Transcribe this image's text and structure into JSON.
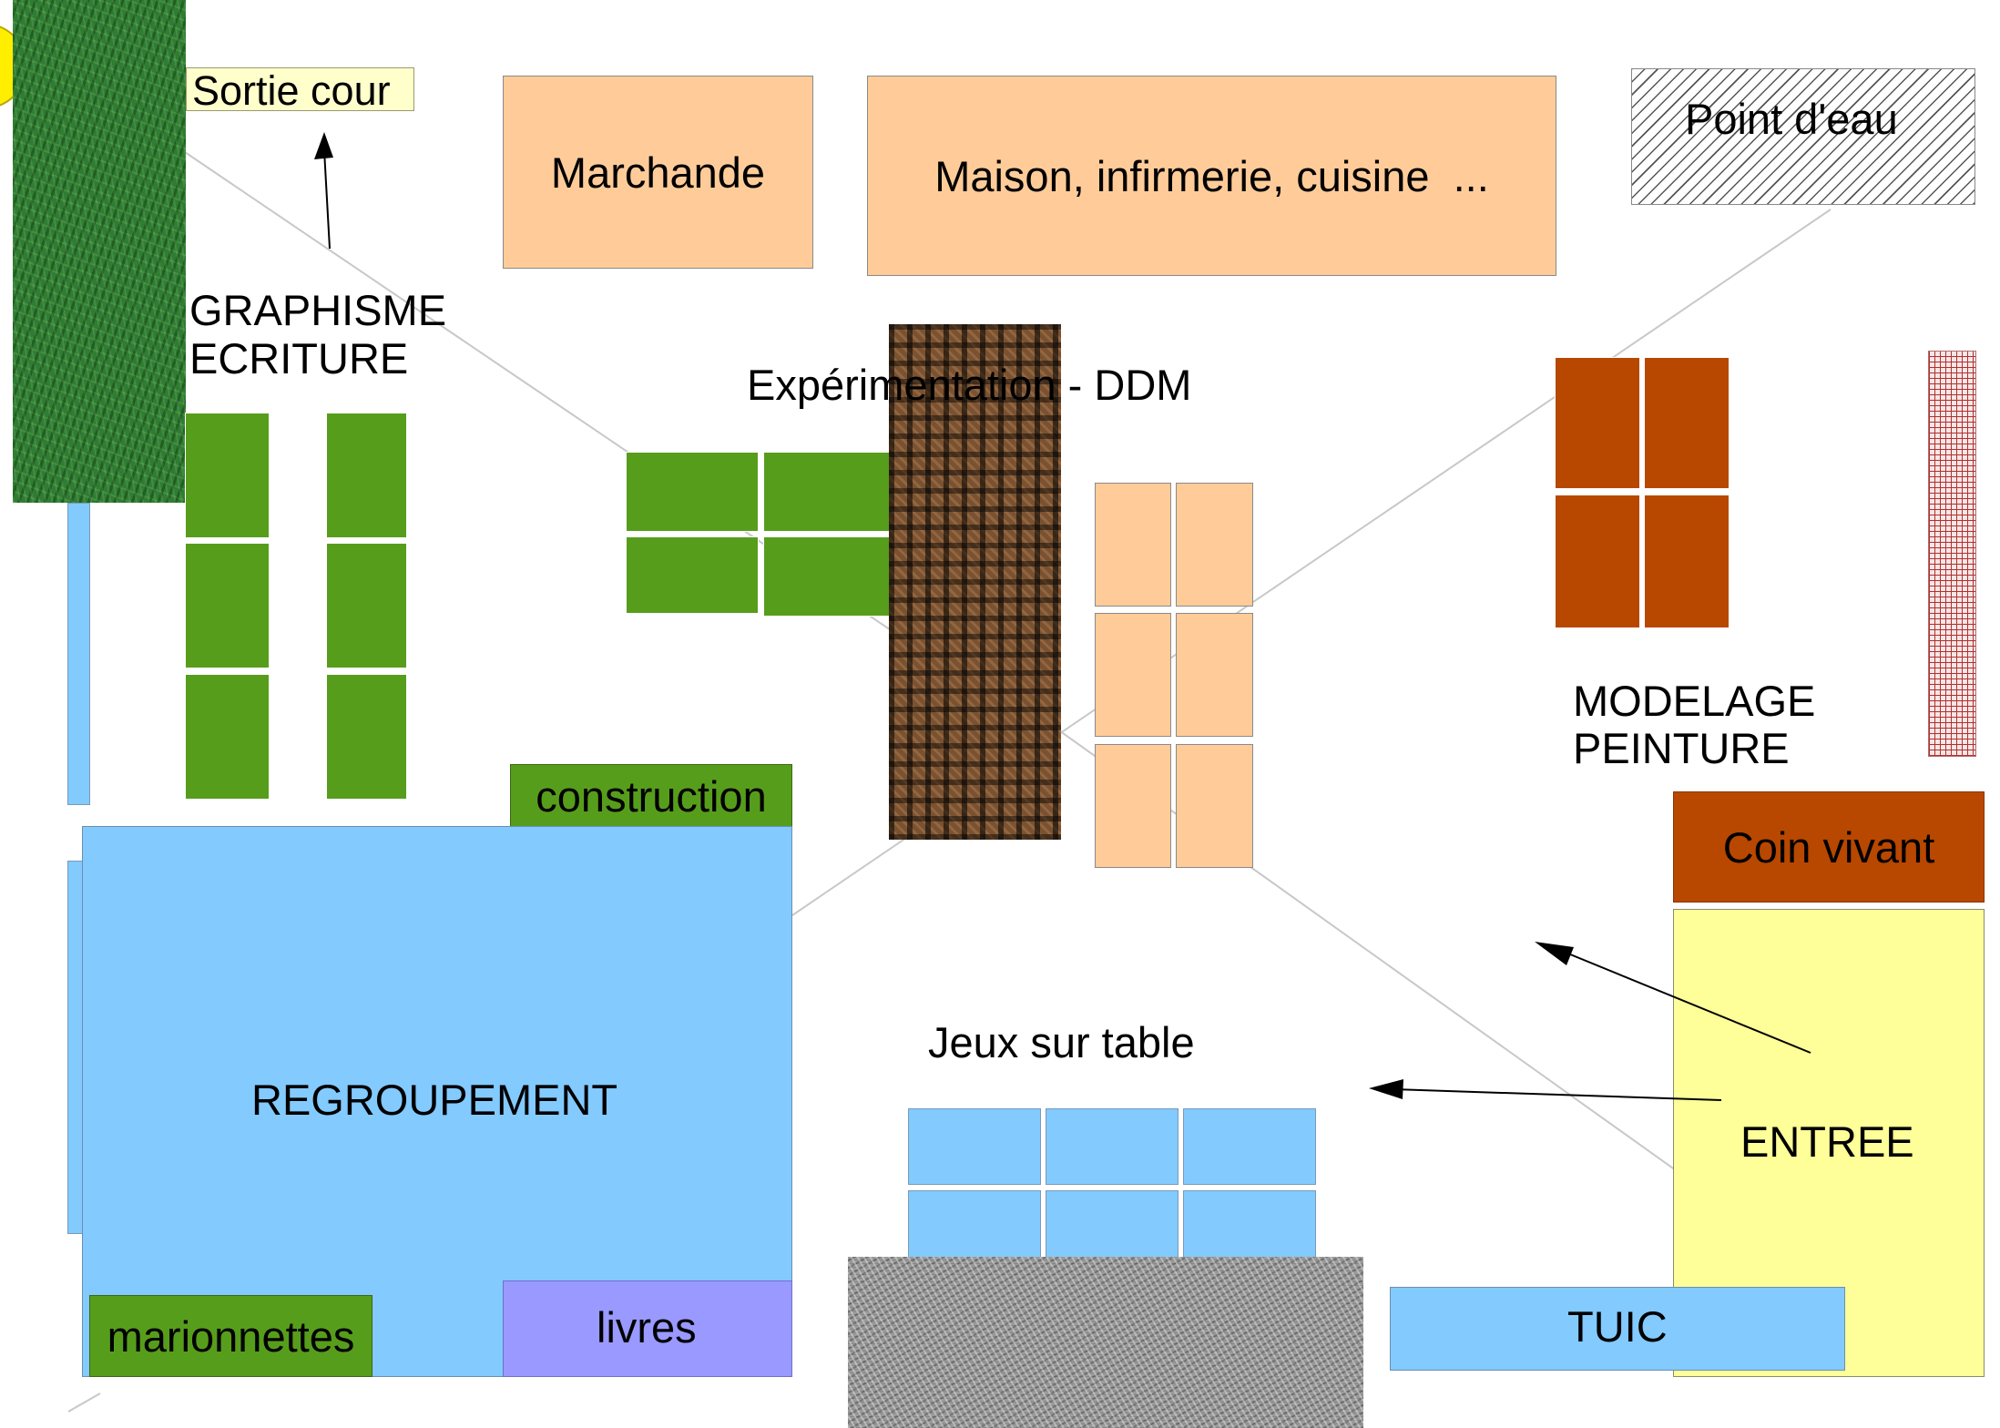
{
  "labels": {
    "sortie_cour": "Sortie cour",
    "marchande": "Marchande",
    "maison": "Maison, infirmerie, cuisine  ...",
    "point_eau": "Point d'eau",
    "graphisme": "GRAPHISME\nECRITURE",
    "experimentation": "Expérimentation - DDM",
    "modelage": "MODELAGE\nPEINTURE",
    "coin_vivant": "Coin vivant",
    "construction": "construction",
    "regroupement": "REGROUPEMENT",
    "jeux": "Jeux sur table",
    "entree": "ENTREE",
    "marionnettes": "marionnettes",
    "livres": "livres",
    "tuic": "TUIC"
  },
  "colors": {
    "green": "#579d1c",
    "peach": "#ffcc99",
    "light_blue": "#83caff",
    "brown": "#b84700",
    "pale_yellow": "#ffff99",
    "lavender": "#9999ff",
    "label_bg": "#ffffcc"
  },
  "textures": {
    "top_left_column": "grass-texture",
    "center_column": "woven-burlap-texture",
    "bottom_center": "grey-embossed-texture",
    "right_strip": "red-grid-texture",
    "point_eau": "diagonal-hatch"
  }
}
